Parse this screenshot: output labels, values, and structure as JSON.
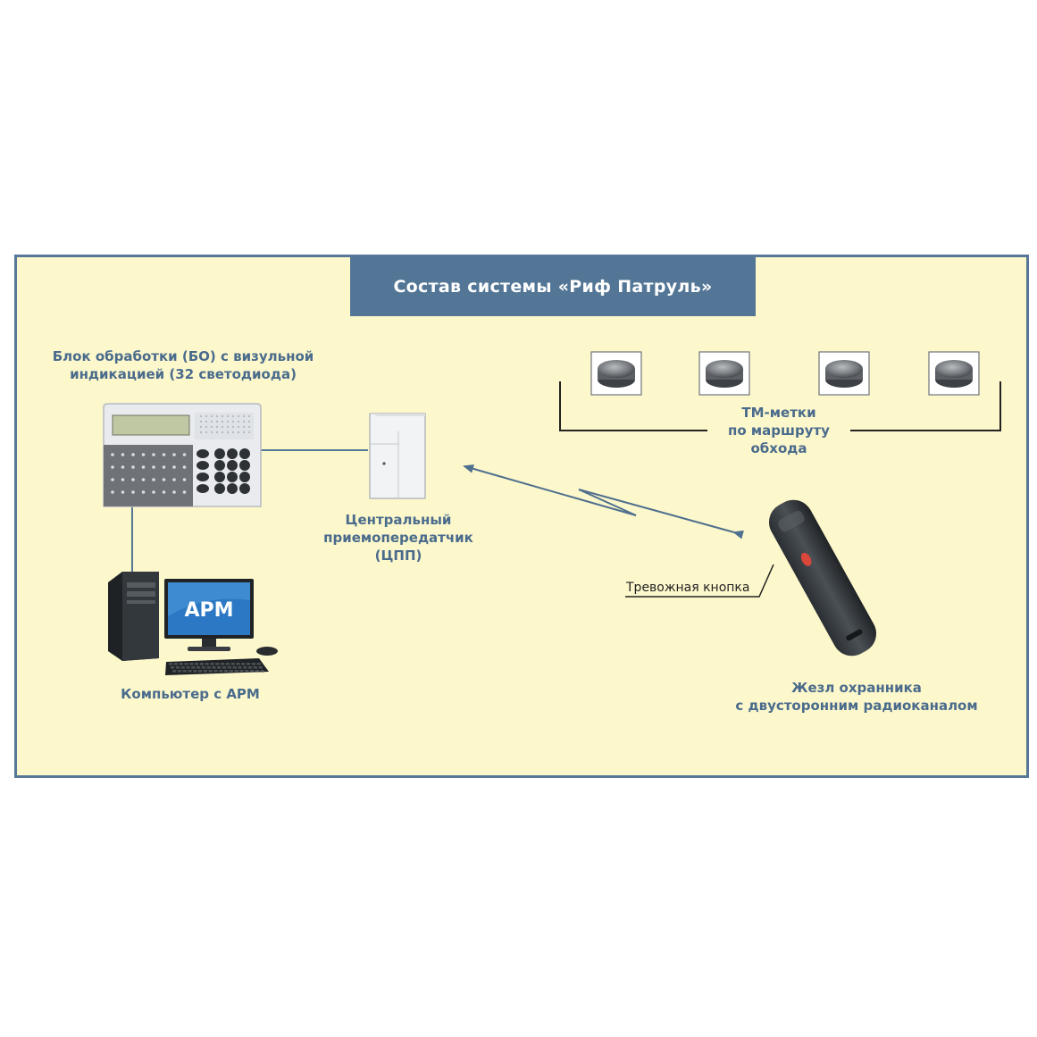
{
  "title": "Состав системы «Риф Патруль»",
  "labels": {
    "processing_unit": [
      "Блок обработки (БО) с визульной",
      "индикацией (32 светодиода)"
    ],
    "transceiver": [
      "Центральный",
      "приемопередатчик",
      "(ЦПП)"
    ],
    "tm_tags": [
      "ТМ-метки",
      "по маршруту",
      "обхода"
    ],
    "computer": "Компьютер с АРМ",
    "monitor_text": "АРМ",
    "guard_wand": [
      "Жезл охранника",
      "с двусторонним радиоканалом"
    ],
    "alarm_button": "Тревожная кнопка"
  },
  "colors": {
    "panel_bg": "#fdf8cc",
    "accent": "#537696",
    "label_text": "#4a6b8c"
  }
}
